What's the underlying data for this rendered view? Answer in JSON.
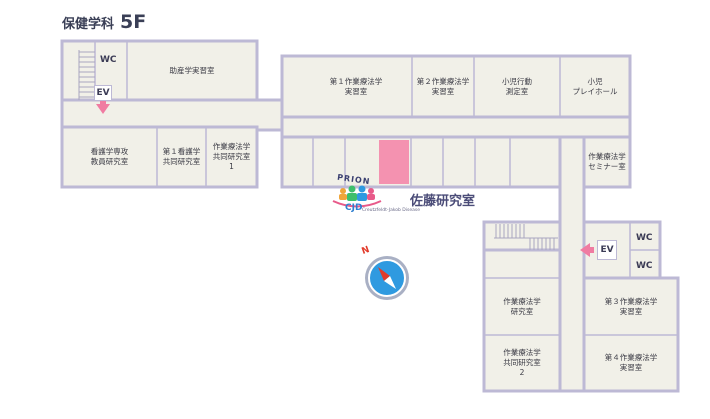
{
  "header": {
    "building": "保健学科",
    "floor": "5F"
  },
  "rooms": {
    "midwifery_lab": "助産学実習室",
    "ot_lab1": "第１作業療法学\n実習室",
    "ot_lab2": "第２作業療法学\n実習室",
    "child_measure": "小児行動\n測定室",
    "child_play": "小児\nプレイホール",
    "nursing_faculty": "看護学専攻\n教員研究室",
    "nursing_joint1": "第１看護学\n共同研究室",
    "ot_joint1": "作業療法学\n共同研究室\n1",
    "ot_seminar": "作業療法学\nセミナー室",
    "ot_research": "作業療法学\n研究室",
    "ot_joint2": "作業療法学\n共同研究室\n2",
    "ot_lab3": "第３作業療法学\n実習室",
    "ot_lab4": "第４作業療法学\n実習室"
  },
  "markers": {
    "wc": "WC",
    "ev": "EV",
    "compass_north": "N"
  },
  "lab": {
    "name": "佐藤研究室",
    "logo_top": "PRION",
    "logo_mark": "CJD",
    "logo_sub": "Creutzfeldt-Jakob Disease"
  },
  "colors": {
    "wall": "#bdb9d5",
    "floor": "#f1f0e8",
    "highlight": "#f492b0",
    "arrow": "#f07ca2",
    "compass": "#2f9ae0",
    "needle": "#e23a2a"
  }
}
